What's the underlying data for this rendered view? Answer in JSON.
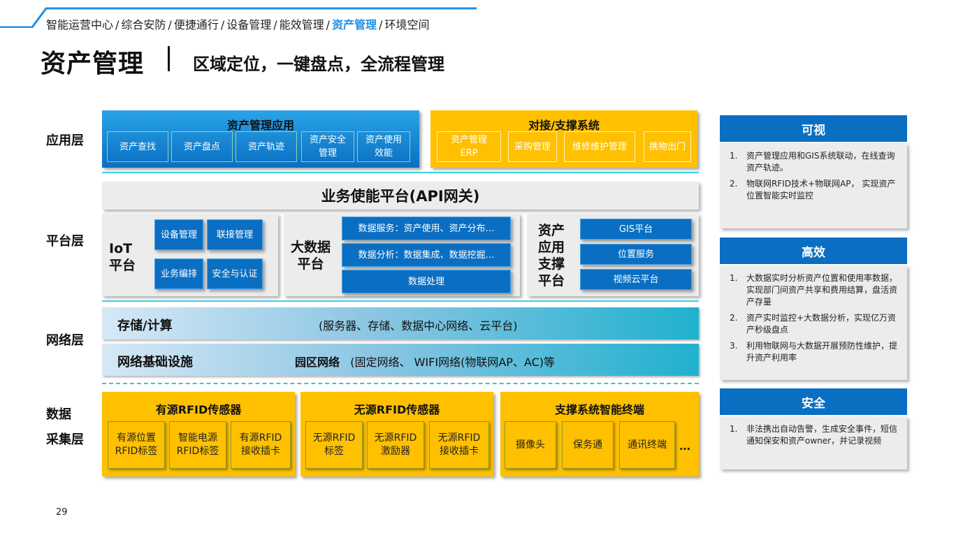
{
  "breadcrumb": {
    "items": [
      "智能运营中心",
      "综合安防",
      "便捷通行",
      "设备管理",
      "能效管理",
      "资产管理",
      "环境空间"
    ],
    "active_index": 5,
    "separators": [
      "/",
      "/",
      "/",
      "/",
      "/",
      "/"
    ]
  },
  "header": {
    "title": "资产管理",
    "subtitle": "区域定位，一键盘点，全流程管理"
  },
  "layers": {
    "application": "应用层",
    "platform": "平台层",
    "network": "网络层",
    "data_line1": "数据",
    "data_line2": "采集层"
  },
  "app_layer": {
    "asset_app": {
      "title": "资产管理应用",
      "items": [
        "资产查找",
        "资产盘点",
        "资产轨迹",
        "资产安全\n管理",
        "资产使用\n效能"
      ]
    },
    "support": {
      "title": "对接/支撑系统",
      "items": [
        "资产管理\nERP",
        "采购管理",
        "维修维护管理",
        "携物出门"
      ]
    }
  },
  "platform_layer": {
    "api_gateway": "业务使能平台(API网关)",
    "iot": {
      "title": "IoT\n平台",
      "items": [
        "设备管理",
        "联接管理",
        "业务编排",
        "安全与认证"
      ]
    },
    "bigdata": {
      "title": "大数据\n平台",
      "items": [
        "数据服务：资产使用、资产分布…",
        "数据分析：数据集成、数据挖掘…",
        "数据处理"
      ]
    },
    "asset_support": {
      "title": "资产\n应用\n支撑\n平台",
      "items": [
        "GIS平台",
        "位置服务",
        "视频云平台"
      ]
    }
  },
  "network_layer": {
    "storage": {
      "title": "存储/计算",
      "desc": "(服务器、存储、数据中心网络、云平台)"
    },
    "infra": {
      "title": "网络基础设施",
      "desc_bold": "园区网络",
      "desc": "(固定网络、 WIFI网络(物联网AP、AC)等"
    }
  },
  "data_layer": {
    "active_rfid": {
      "title": "有源RFID传感器",
      "items": [
        "有源位置\nRFID标签",
        "智能电源\nRFID标签",
        "有源RFID\n接收插卡"
      ]
    },
    "passive_rfid": {
      "title": "无源RFID传感器",
      "items": [
        "无源RFID\n标签",
        "无源RFID\n激励器",
        "无源RFID\n接收插卡"
      ]
    },
    "terminals": {
      "title": "支撑系统智能终端",
      "items": [
        "摄像头",
        "保务通",
        "通讯终端"
      ],
      "more": "…"
    }
  },
  "right_panel": [
    {
      "title": "可视",
      "points": [
        "资产管理应用和GIS系统联动，在线查询资产轨迹。",
        "物联网RFID技术+物联网AP， 实现资产位置智能实时监控"
      ]
    },
    {
      "title": "高效",
      "points": [
        "大数据实时分析资产位置和使用率数据， 实现部门间资产共享和费用结算，盘活资产存量",
        "资产实时监控+大数据分析，实现亿万资产秒级盘点",
        "利用物联网与大数据开展预防性维护，提升资产利用率"
      ]
    },
    {
      "title": "安全",
      "points": [
        "非法携出自动告警，生成安全事件，短信通知保安和资产owner，并记录视频"
      ]
    }
  ],
  "page_number": "29",
  "colors": {
    "blue": "#0a6fc2",
    "yellow": "#ffc000",
    "accent": "#1e90e6",
    "cyan": "#1fb1cf"
  }
}
